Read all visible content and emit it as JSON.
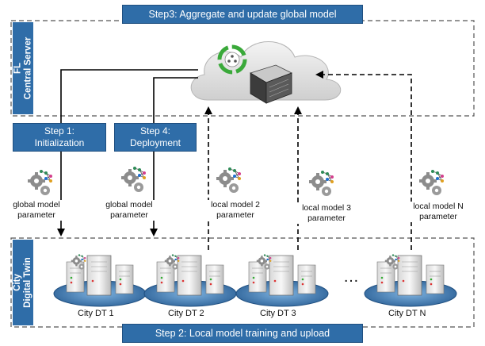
{
  "server": {
    "tab_line1": "FL",
    "tab_line2": "Central Server"
  },
  "city": {
    "tab_line1": "City",
    "tab_line2": "Digital Twin"
  },
  "steps": {
    "step3": "Step3: Aggregate and update global model",
    "step1_line1": "Step 1:",
    "step1_line2": "Initialization",
    "step4_line1": "Step 4:",
    "step4_line2": "Deployment",
    "step2": "Step 2: Local model training and upload"
  },
  "params": [
    {
      "line1": "global model",
      "line2": "parameter"
    },
    {
      "line1": "global model",
      "line2": "parameter"
    },
    {
      "line1": "local model 2",
      "line2": "parameter"
    },
    {
      "line1": "local model 3",
      "line2": "parameter"
    },
    {
      "line1": "local model N",
      "line2": "parameter"
    }
  ],
  "cities": [
    "City DT 1",
    "City DT 2",
    "City DT 3",
    "City DT N"
  ],
  "ellipsis": "…",
  "colors": {
    "accent": "#2f6da8",
    "cloud": "#e6e6e6",
    "platform": "#2f6da8",
    "recycle": "#3aa93a"
  },
  "icons": [
    "gear-network-icon",
    "cloud-icon",
    "server-rack-icon",
    "recycle-icon",
    "server-cluster-icon"
  ]
}
